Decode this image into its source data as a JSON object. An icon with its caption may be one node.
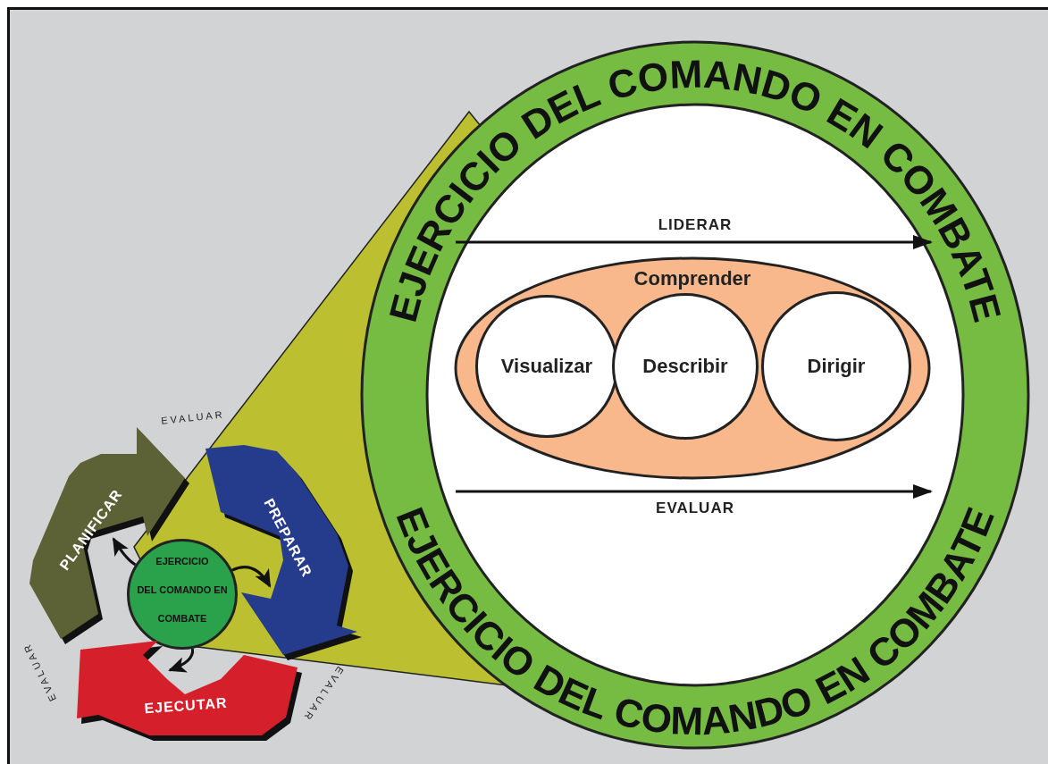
{
  "diagram": {
    "nodes": [
      {
        "text": [
          "EJERCICIO DEL COMANDO EN COMBATE",
          "EJERCICIO DEL COMANDO EN COMBATE"
        ]
      },
      {
        "text": [
          "Comprender"
        ],
        "in": 0
      },
      {
        "text": [
          "Visualizar"
        ],
        "in": 1
      },
      {
        "text": [
          "Describir"
        ],
        "in": 1
      },
      {
        "text": [
          "Dirigir"
        ],
        "in": 1
      },
      {
        "text": [
          "EJERCICIO",
          "DEL COMANDO EN",
          "COMBATE"
        ]
      },
      {
        "text": [
          "PLANIFICAR"
        ]
      },
      {
        "text": [
          "PREPARAR"
        ]
      },
      {
        "text": [
          "EJECUTAR"
        ]
      }
    ],
    "edges": [
      {
        "from": 5,
        "to": 6,
        "arrow": "to"
      },
      {
        "from": 5,
        "to": 7,
        "arrow": "to"
      },
      {
        "from": 5,
        "to": 8,
        "arrow": "to"
      }
    ],
    "labels": [
      "LIDERAR",
      "EVALUAR",
      "EVALUAR",
      "EVALUAR",
      "EVALUAR"
    ]
  }
}
